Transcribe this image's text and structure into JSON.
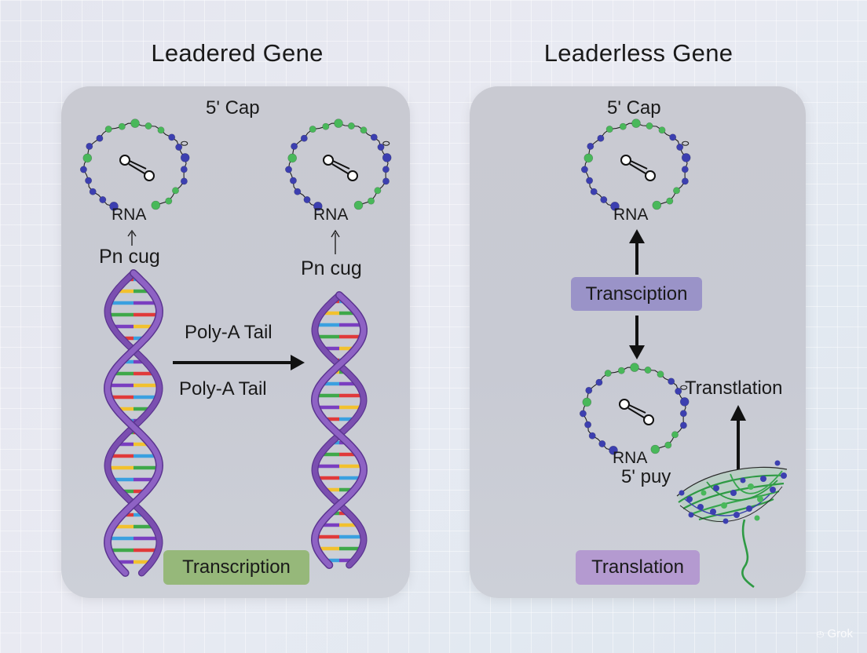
{
  "left_panel": {
    "title": "Leadered Gene",
    "cap_label": "5' Cap",
    "rna_label_a": "RNA",
    "rna_label_b": "RNA",
    "promoter_a": "Pn cug",
    "promoter_b": "Pn cug",
    "tail_top": "Poly-A Tail",
    "tail_bottom": "Poly-A Tail",
    "badge": "Transcription"
  },
  "right_panel": {
    "title": "Leaderless Gene",
    "cap_label": "5' Cap",
    "rna_label_top": "RNA",
    "rna_label_bottom": "RNA",
    "transcription_badge": "Transciption",
    "translation_label": "Transtlation",
    "puy_label": "5' puy",
    "badge": "Translation"
  },
  "watermark": "Grok",
  "colors": {
    "helix_purple": "#7b4fb0",
    "badge_green": "#96b87a",
    "badge_blue": "#9a93c8",
    "badge_purple": "#b49ad0",
    "bead_blue": "#3c3fb0",
    "bead_green": "#49b85a"
  }
}
